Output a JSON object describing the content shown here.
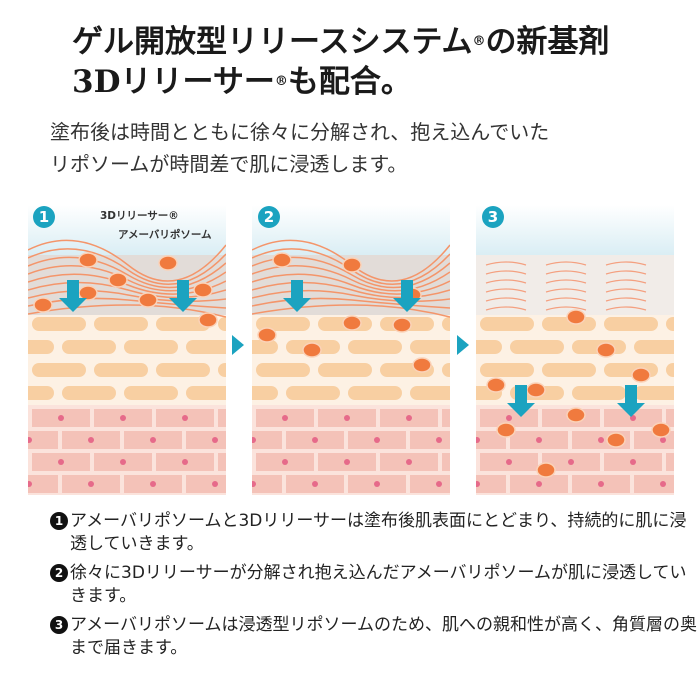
{
  "title": {
    "line1": "ゲル開放型リリースシステム",
    "reg1": "®",
    "line1_end": "の新基剤",
    "line2": "3Dリリーサー",
    "reg2": "®",
    "line2_end": "も配合。"
  },
  "lead": {
    "line1": "塗布後は時間とともに徐々に分解され、抱え込んでいた",
    "line2": "リポソームが時間差で肌に浸透します。"
  },
  "diagram": {
    "labels": {
      "releaser": "3Dリリーサー®",
      "liposome": "アメーバリポソーム"
    },
    "steps": [
      "1",
      "2",
      "3"
    ],
    "colors": {
      "accent": "#1ba3c0",
      "liposome": "#f07a3e",
      "cell": "#f4c2b8",
      "layer": "#f8cfa2"
    }
  },
  "notes": [
    {
      "num": "1",
      "text": "アメーバリポソームと3Dリリーサーは塗布後肌表面にとどまり、持続的に肌に浸透していきます。"
    },
    {
      "num": "2",
      "text": "徐々に3Dリリーサーが分解され抱え込んだアメーバリポソームが肌に浸透していきます。"
    },
    {
      "num": "3",
      "text": "アメーバリポソームは浸透型リポソームのため、肌への親和性が高く、角質層の奥まで届きます。"
    }
  ]
}
